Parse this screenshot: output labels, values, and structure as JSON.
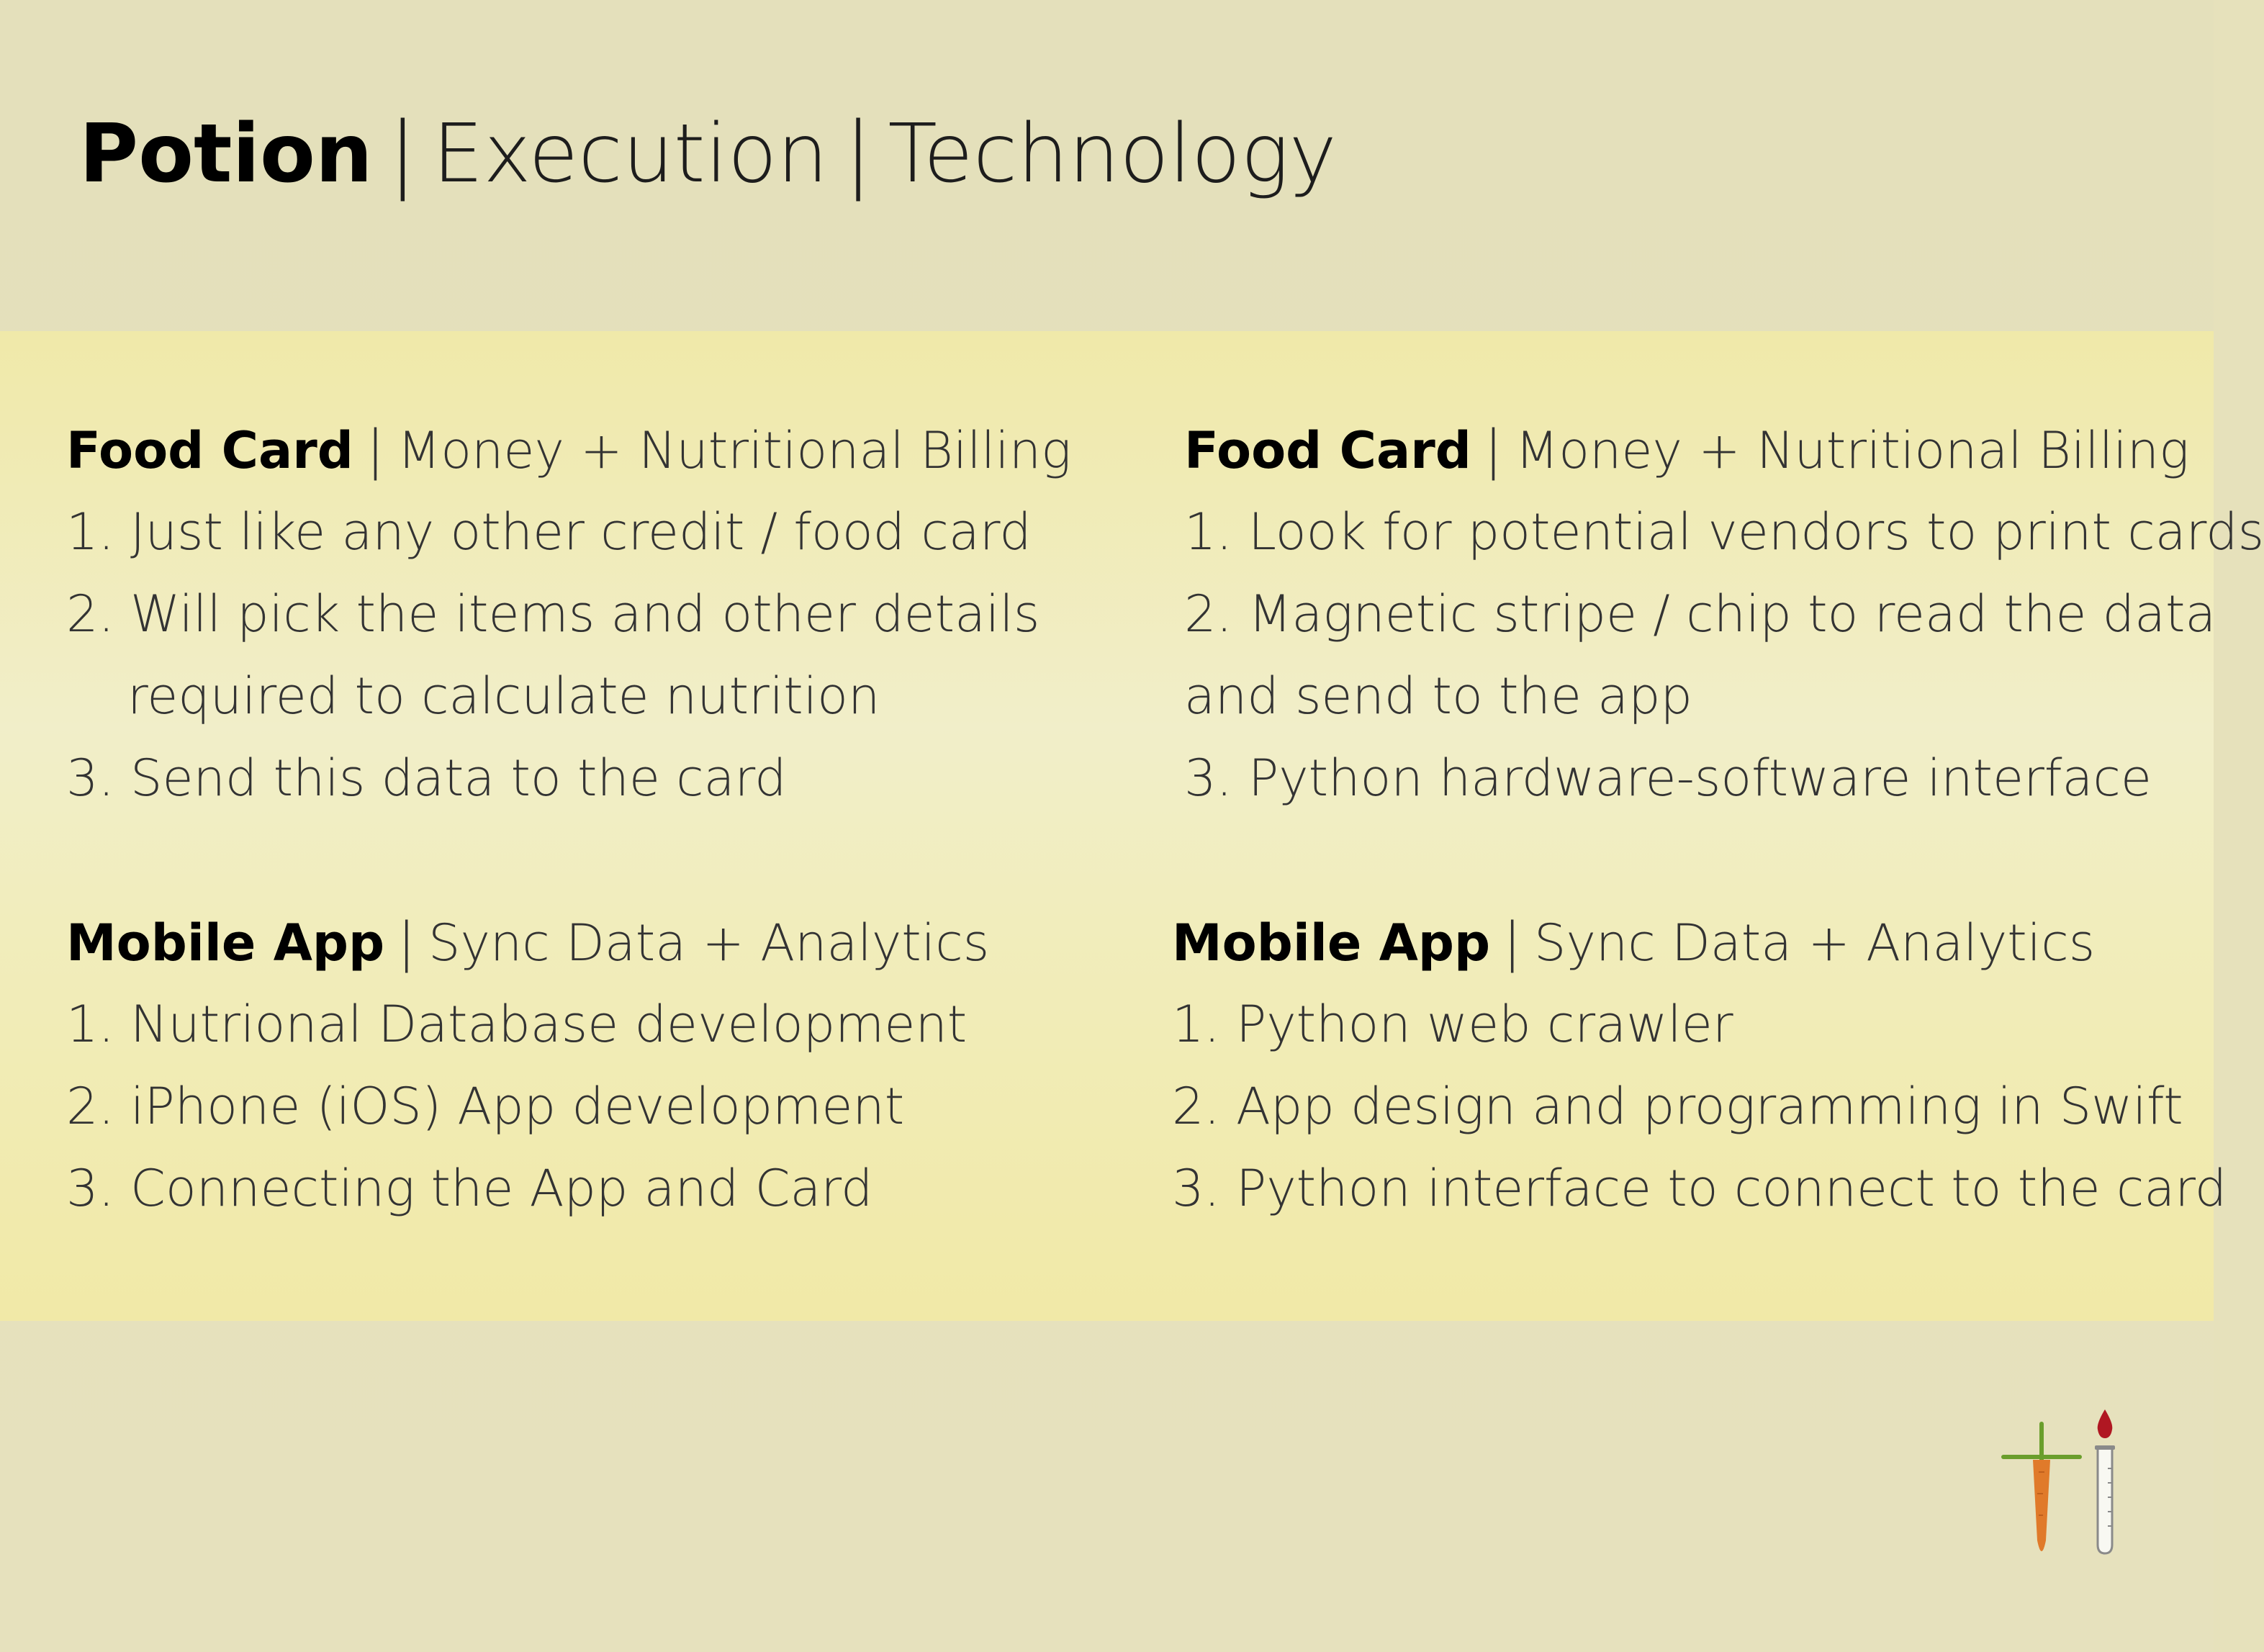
{
  "header": {
    "title_bold": "Potion",
    "separator": "|",
    "title_part_2": "Execution",
    "title_part_3": "Technology"
  },
  "sections": [
    {
      "title": "Food Card",
      "separator": "|",
      "subtitle": "Money + Nutritional Billing",
      "items": [
        "1. Just like any other credit / food card",
        "2. Will pick the items and other details",
        "required to calculate nutrition",
        "3. Send this data to the card"
      ]
    },
    {
      "title": "Food Card",
      "separator": "|",
      "subtitle": "Money + Nutritional Billing",
      "items": [
        "1. Look for potential vendors to print cards",
        "2. Magnetic stripe / chip to read the data",
        "and send to the app",
        "3. Python hardware-software interface"
      ]
    },
    {
      "title": "Mobile App",
      "separator": "|",
      "subtitle": "Sync Data + Analytics",
      "items": [
        "1. Nutrional Database development",
        "2. iPhone (iOS) App development",
        "3. Connecting the App and Card"
      ]
    },
    {
      "title": "Mobile App",
      "separator": "|",
      "subtitle": "Sync Data + Analytics",
      "items": [
        "1. Python web crawler",
        "2. App design and programming in Swift",
        "3. Python interface to connect to the card"
      ]
    }
  ],
  "logo": {
    "icon": "carrot-test-tube-logo",
    "colors": {
      "leaf": "#6a9e2c",
      "carrot": "#e07a2a",
      "drop": "#b01722",
      "tube": "#8a8a8a"
    }
  },
  "colors": {
    "background": "#e6e1bb",
    "band": "#f1ecb6"
  }
}
